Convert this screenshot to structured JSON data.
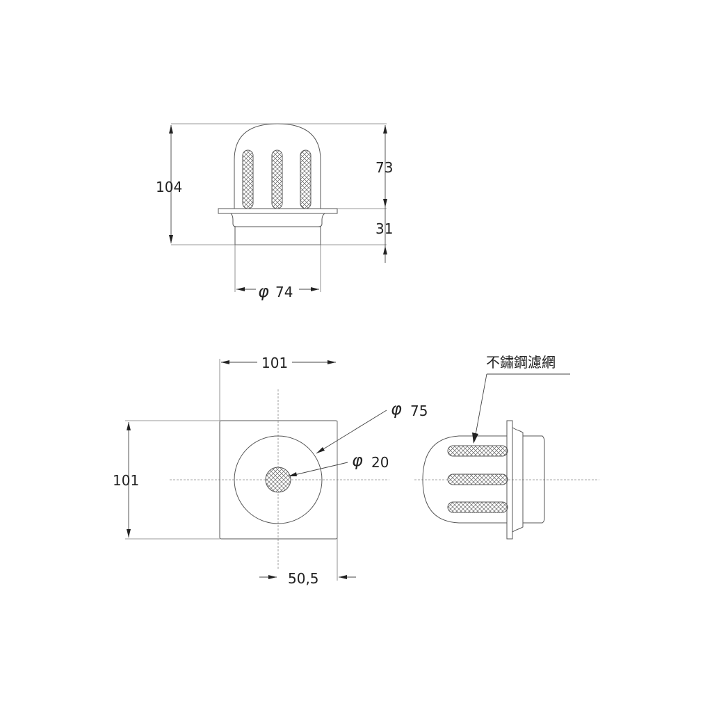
{
  "side_view": {
    "total_height": "104",
    "dome_height": "73",
    "base_height": "31",
    "diameter_symbol": "φ",
    "diameter": "74"
  },
  "top_view": {
    "width": "101",
    "height": "101",
    "half_width": "50,5",
    "outer_diameter_symbol": "φ",
    "outer_diameter": "75",
    "inner_diameter_symbol": "φ",
    "inner_diameter": "20"
  },
  "end_view": {
    "mesh_label": "不鏽鋼濾網"
  }
}
